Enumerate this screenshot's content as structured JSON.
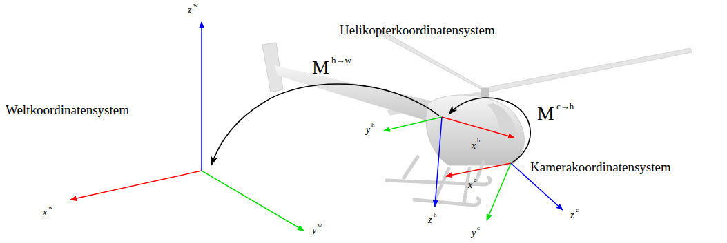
{
  "diagram": {
    "labels": [
      "Helikopterkoordinatensystem",
      "Weltkoordinatensystem",
      "Kamerakoordinatensystem",
      "M",
      "h→w",
      "M",
      "c→h",
      "z",
      "w",
      "x",
      "w",
      "y",
      "w",
      "x",
      "h",
      "y",
      "h",
      "z",
      "h",
      "x",
      "c",
      "y",
      "c",
      "z",
      "c"
    ]
  }
}
